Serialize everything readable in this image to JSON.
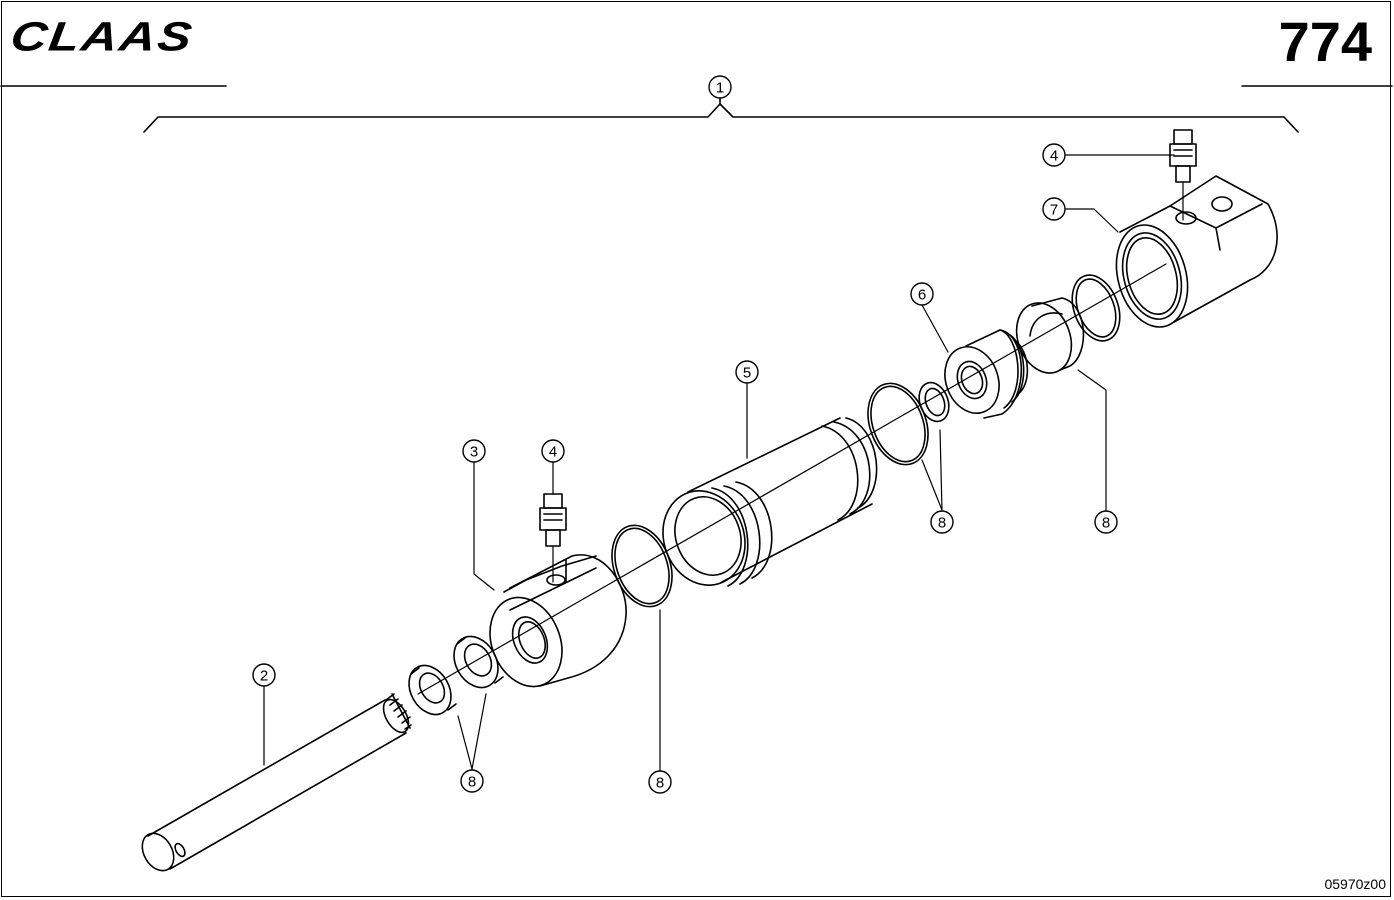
{
  "header": {
    "brand_logo": "CLAAS",
    "page_number": "774"
  },
  "footer": {
    "drawing_id": "05970z00"
  },
  "callouts": [
    {
      "id": "c1",
      "label": "1"
    },
    {
      "id": "c2",
      "label": "2"
    },
    {
      "id": "c3",
      "label": "3"
    },
    {
      "id": "c4a",
      "label": "4"
    },
    {
      "id": "c4b",
      "label": "4"
    },
    {
      "id": "c5",
      "label": "5"
    },
    {
      "id": "c6",
      "label": "6"
    },
    {
      "id": "c7",
      "label": "7"
    },
    {
      "id": "c8a",
      "label": "8"
    },
    {
      "id": "c8b",
      "label": "8"
    },
    {
      "id": "c8c",
      "label": "8"
    },
    {
      "id": "c8d",
      "label": "8"
    }
  ],
  "colors": {
    "ink": "#000000",
    "paper": "#ffffff"
  }
}
